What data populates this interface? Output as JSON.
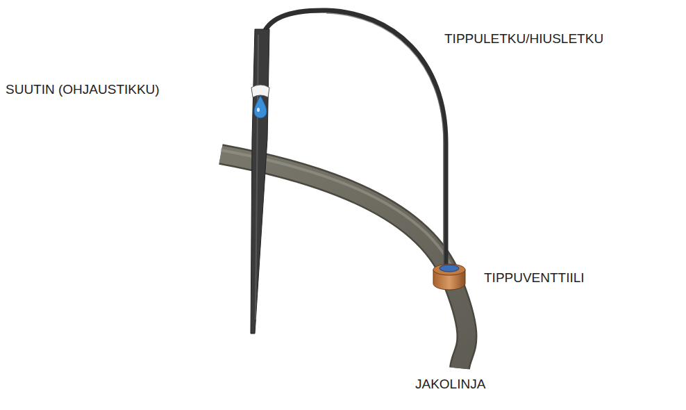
{
  "diagram": {
    "labels": [
      "SUUTIN (OHJAUSTIKKU)",
      "TIPPULETKU/HIUSLETKU",
      "TIPPUVENTTIILI",
      "JAKOLINJA"
    ]
  }
}
